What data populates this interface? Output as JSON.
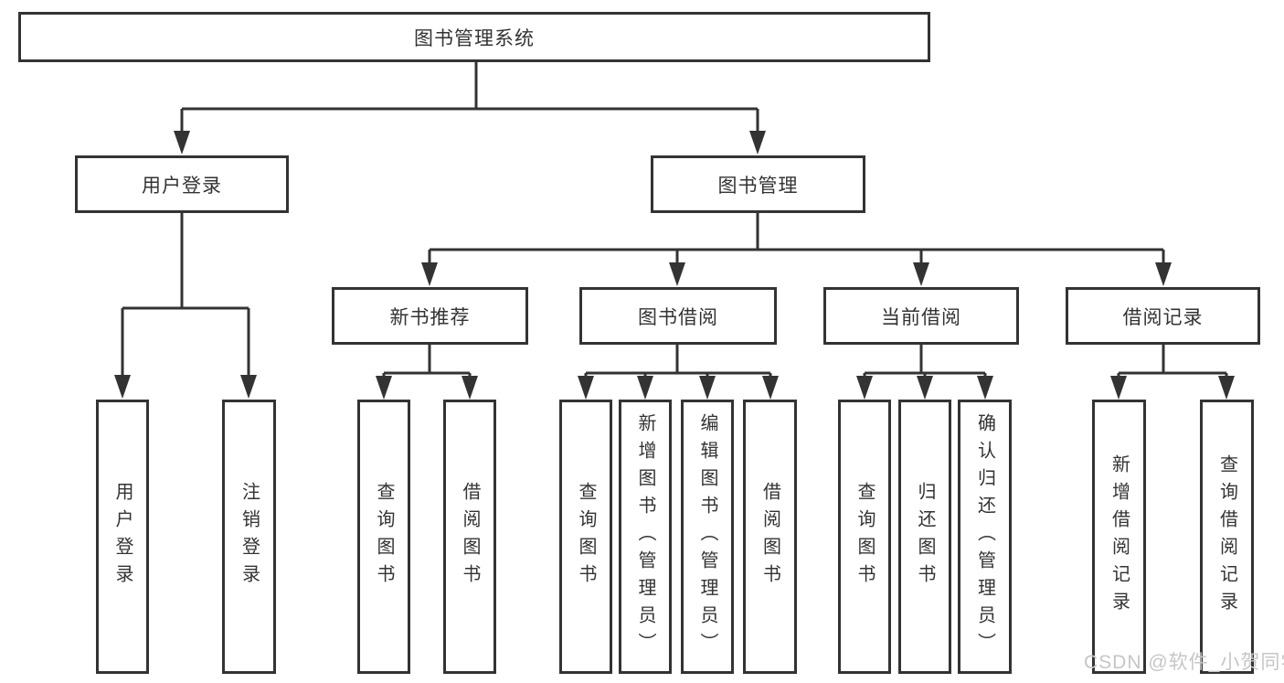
{
  "diagram": {
    "title": "图书管理系统",
    "root": {
      "label": "图书管理系统"
    },
    "level2": [
      {
        "label": "用户登录"
      },
      {
        "label": "图书管理"
      }
    ],
    "level3": [
      {
        "label": "新书推荐",
        "parent": "图书管理"
      },
      {
        "label": "图书借阅",
        "parent": "图书管理"
      },
      {
        "label": "当前借阅",
        "parent": "图书管理"
      },
      {
        "label": "借阅记录",
        "parent": "图书管理"
      }
    ],
    "leaves": [
      {
        "label": "用户登录",
        "parent": "用户登录"
      },
      {
        "label": "注销登录",
        "parent": "用户登录"
      },
      {
        "label": "查询图书",
        "parent": "新书推荐"
      },
      {
        "label": "借阅图书",
        "parent": "新书推荐"
      },
      {
        "label": "查询图书",
        "parent": "图书借阅"
      },
      {
        "label": "新增图书（管理员）",
        "parent": "图书借阅"
      },
      {
        "label": "编辑图书（管理员）",
        "parent": "图书借阅"
      },
      {
        "label": "借阅图书",
        "parent": "图书借阅"
      },
      {
        "label": "查询图书",
        "parent": "当前借阅"
      },
      {
        "label": "归还图书",
        "parent": "当前借阅"
      },
      {
        "label": "确认归还（管理员）",
        "parent": "当前借阅"
      },
      {
        "label": "新增借阅记录",
        "parent": "借阅记录"
      },
      {
        "label": "查询借阅记录",
        "parent": "借阅记录"
      }
    ]
  },
  "watermark": {
    "text": "CSDN @软件_小贺同学"
  },
  "colors": {
    "line": "#333333",
    "text": "#333333",
    "box_background": "#ffffff",
    "page_background": "#ffffff",
    "watermark": "#c6c6c6"
  }
}
